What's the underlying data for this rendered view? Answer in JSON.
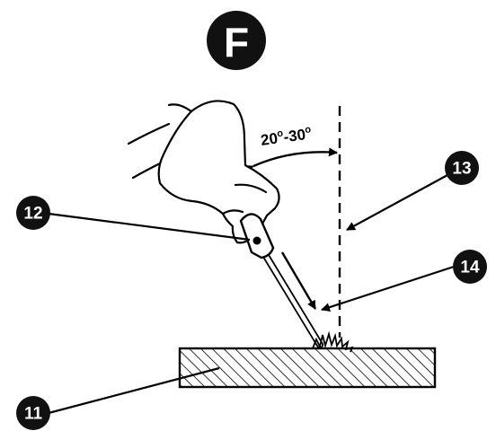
{
  "figure": {
    "panel_letter": "F",
    "angle_label": {
      "low": "20",
      "high": "30",
      "degree_mark": "o",
      "separator": "-"
    },
    "callouts": {
      "workpiece": "11",
      "electrode_holder": "12",
      "vertical_reference": "13",
      "electrode": "14"
    }
  },
  "colors": {
    "ink": "#000000",
    "paper": "#ffffff"
  }
}
